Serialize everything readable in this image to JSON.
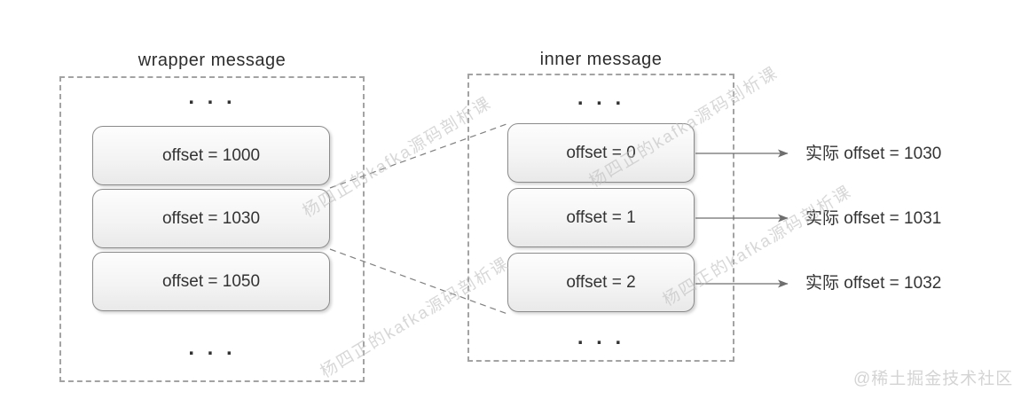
{
  "colors": {
    "text": "#333333",
    "box_border": "#8b8b8b",
    "container_border": "#a3a3a3",
    "arrow": "#6e6e6e",
    "dashed_connector": "#808080",
    "watermark": "#c0c0c0",
    "site_watermark": "#d4d4d4"
  },
  "wrapper": {
    "title": "wrapper message",
    "ellipsis_top": ". . .",
    "boxes": [
      {
        "label": "offset = 1000"
      },
      {
        "label": "offset = 1030"
      },
      {
        "label": "offset = 1050"
      }
    ],
    "ellipsis_bottom": ". . ."
  },
  "inner": {
    "title": "inner message",
    "ellipsis_top": ". . .",
    "boxes": [
      {
        "label": "offset = 0"
      },
      {
        "label": "offset = 1"
      },
      {
        "label": "offset = 2"
      }
    ],
    "ellipsis_bottom": ". . ."
  },
  "results": [
    {
      "label": "实际 offset = 1030"
    },
    {
      "label": "实际 offset = 1031"
    },
    {
      "label": "实际 offset = 1032"
    }
  ],
  "watermarks": {
    "course": "杨四正的kafka源码剖析课",
    "site": "@稀土掘金技术社区"
  }
}
